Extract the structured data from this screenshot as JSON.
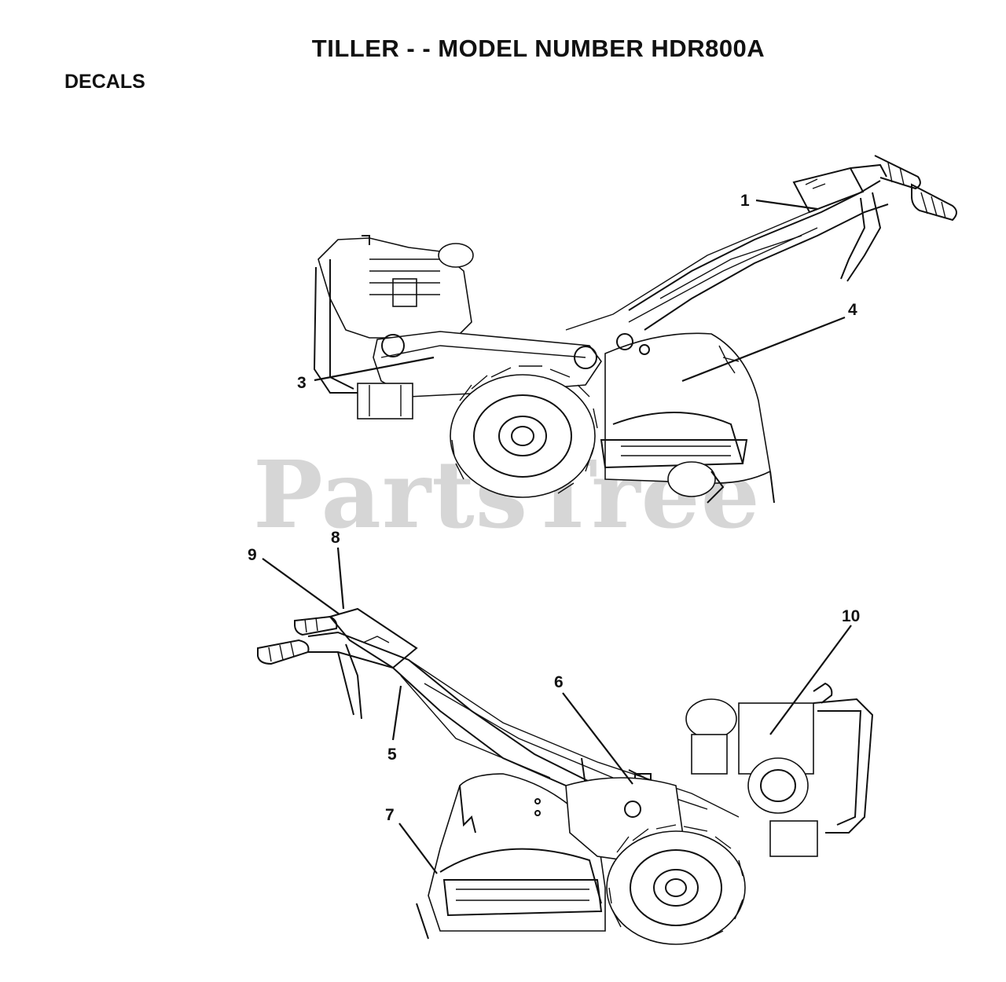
{
  "header": {
    "title": "TILLER - - MODEL NUMBER HDR800A",
    "section": "DECALS"
  },
  "watermark": "PartsTree",
  "callouts": [
    {
      "id": "1",
      "label": "1"
    },
    {
      "id": "3",
      "label": "3"
    },
    {
      "id": "4",
      "label": "4"
    },
    {
      "id": "5",
      "label": "5"
    },
    {
      "id": "6",
      "label": "6"
    },
    {
      "id": "7",
      "label": "7"
    },
    {
      "id": "8",
      "label": "8"
    },
    {
      "id": "9",
      "label": "9"
    },
    {
      "id": "10",
      "label": "10"
    }
  ]
}
